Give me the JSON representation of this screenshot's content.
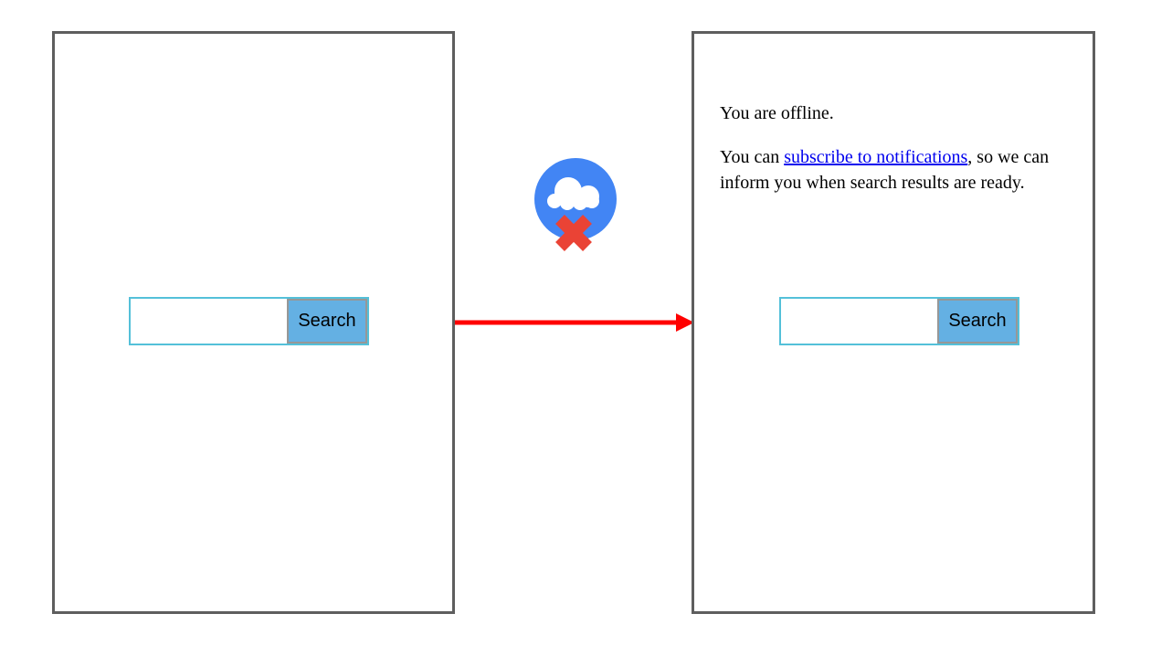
{
  "title": "Offline search notification flow diagram",
  "colors": {
    "frame_border": "#5e5e5e",
    "search_input_border": "#54c0d9",
    "search_button_bg": "#64b0e3",
    "search_button_border": "#979797",
    "arrow_red": "#ff0000",
    "cloud_circle_blue": "#4285f4",
    "cloud_white": "#ffffff",
    "offline_cross_red": "#ea4335",
    "link_blue": "#0000ee"
  },
  "left_frame": {
    "search": {
      "input_value": "",
      "button_label": "Search"
    }
  },
  "connector": {
    "icon": "cloud-offline",
    "arrow_direction": "right"
  },
  "right_frame": {
    "offline_message": "You are offline.",
    "subscribe_sentence": {
      "prefix": "You can ",
      "link_text": "subscribe to notifications",
      "suffix": ", so we can inform you when search results are ready."
    },
    "search": {
      "input_value": "",
      "button_label": "Search"
    }
  }
}
